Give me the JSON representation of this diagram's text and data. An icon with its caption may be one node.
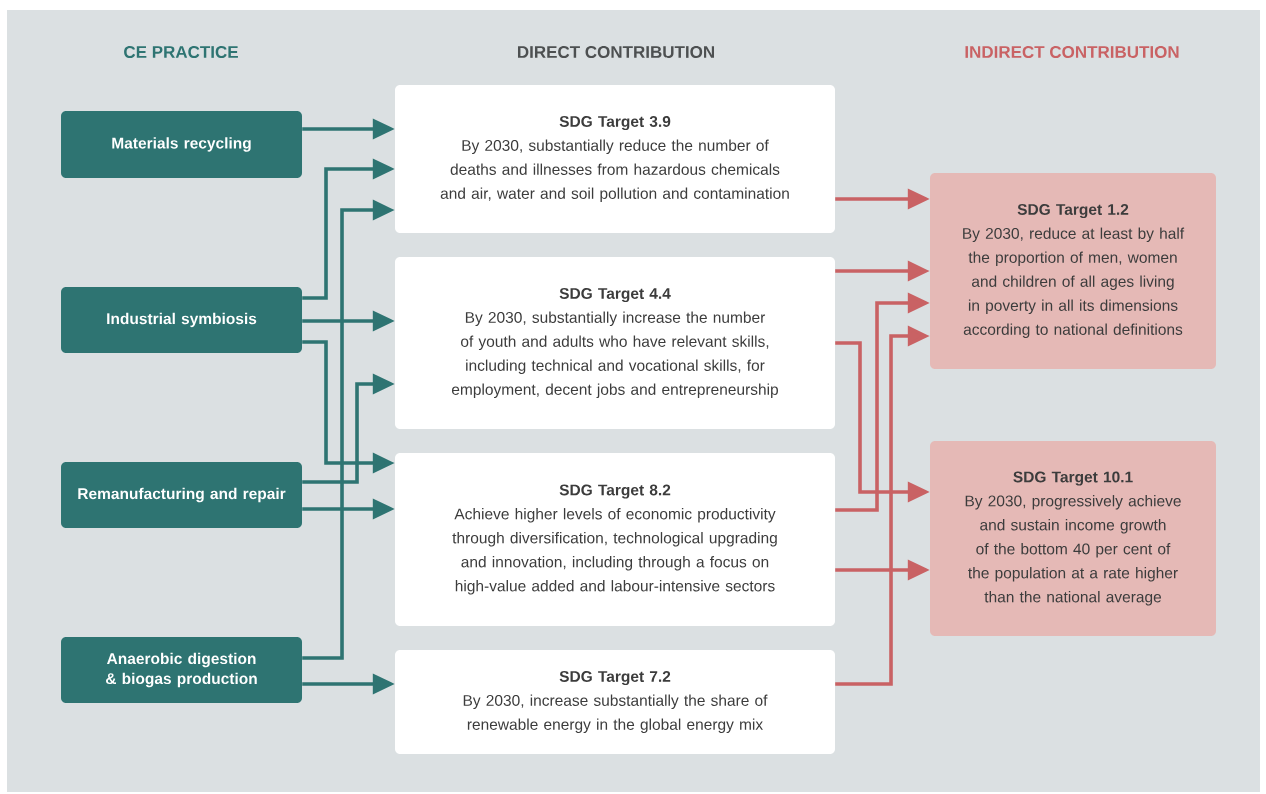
{
  "diagram": {
    "nodes": [
      {
        "text": [
          "Materials recycling"
        ]
      },
      {
        "text": [
          "Industrial symbiosis"
        ]
      },
      {
        "text": [
          "Remanufacturing and repair"
        ]
      },
      {
        "text": [
          "Anaerobic digestion & biogas production"
        ]
      },
      {
        "text": [
          "SDG Target 3.9",
          "By 2030, substantially reduce the number of deaths and illnesses from hazardous chemicals and air, water and soil pollution and contamination"
        ]
      },
      {
        "text": [
          "SDG Target 4.4",
          "By 2030, substantially increase the number of youth and adults who have relevant skills, including technical and vocational skills, for employment, decent jobs and entrepreneurship"
        ]
      },
      {
        "text": [
          "SDG Target 8.2",
          "Achieve higher levels of economic productivity through diversification, technological upgrading and innovation, including through a focus on high-value added and labour-intensive sectors"
        ]
      },
      {
        "text": [
          "SDG Target 7.2",
          "By 2030, increase substantially the share of renewable energy in the global energy mix"
        ]
      },
      {
        "text": [
          "SDG Target 1.2",
          "By 2030, reduce at least by half the proportion of men, women and children of all ages living in poverty in all its dimensions according to national definitions"
        ]
      },
      {
        "text": [
          "SDG Target 10.1",
          "By 2030, progressively achieve and sustain income growth of the bottom 40 per cent of the population at a rate higher than the national average"
        ]
      }
    ],
    "edges": [
      {
        "from": 0,
        "to": 4,
        "arrow": "to"
      },
      {
        "from": 1,
        "to": 4,
        "arrow": "to"
      },
      {
        "from": 3,
        "to": 4,
        "arrow": "to"
      },
      {
        "from": 1,
        "to": 5,
        "arrow": "to"
      },
      {
        "from": 2,
        "to": 5,
        "arrow": "to"
      },
      {
        "from": 1,
        "to": 6,
        "arrow": "to"
      },
      {
        "from": 2,
        "to": 6,
        "arrow": "to"
      },
      {
        "from": 3,
        "to": 7,
        "arrow": "to"
      },
      {
        "from": 4,
        "to": 8,
        "arrow": "to",
        "color": "#c96264"
      },
      {
        "from": 5,
        "to": 8,
        "arrow": "to",
        "color": "#c96264"
      },
      {
        "from": 6,
        "to": 8,
        "arrow": "to",
        "color": "#c96264"
      },
      {
        "from": 7,
        "to": 8,
        "arrow": "to",
        "color": "#c96264"
      },
      {
        "from": 5,
        "to": 9,
        "arrow": "to",
        "color": "#c96264"
      },
      {
        "from": 6,
        "to": 9,
        "arrow": "to",
        "color": "#c96264"
      }
    ],
    "labels": [
      "CE PRACTICE",
      "DIRECT CONTRIBUTION",
      "INDIRECT CONTRIBUTION"
    ]
  }
}
